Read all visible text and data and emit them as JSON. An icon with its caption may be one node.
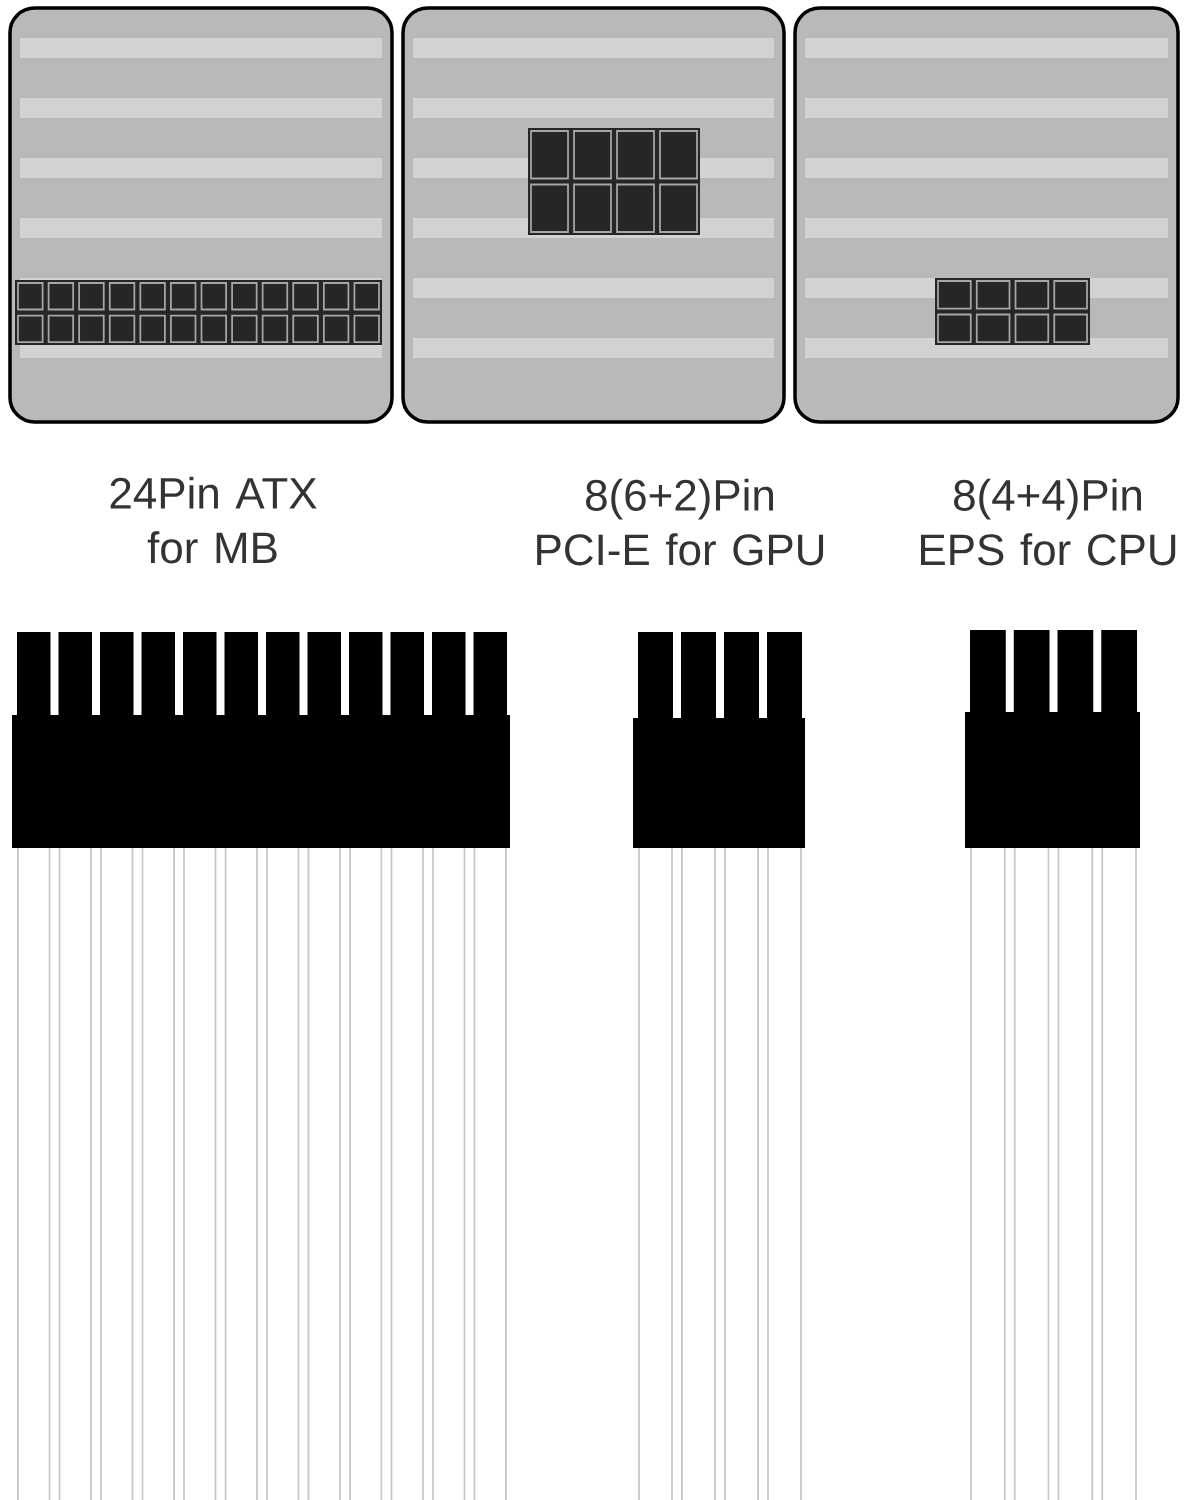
{
  "diagram": {
    "labels": [
      "24Pin ATX for MB",
      "8(6+2)Pin PCI-E for GPU",
      "8(4+4)Pin EPS for CPU"
    ]
  }
}
